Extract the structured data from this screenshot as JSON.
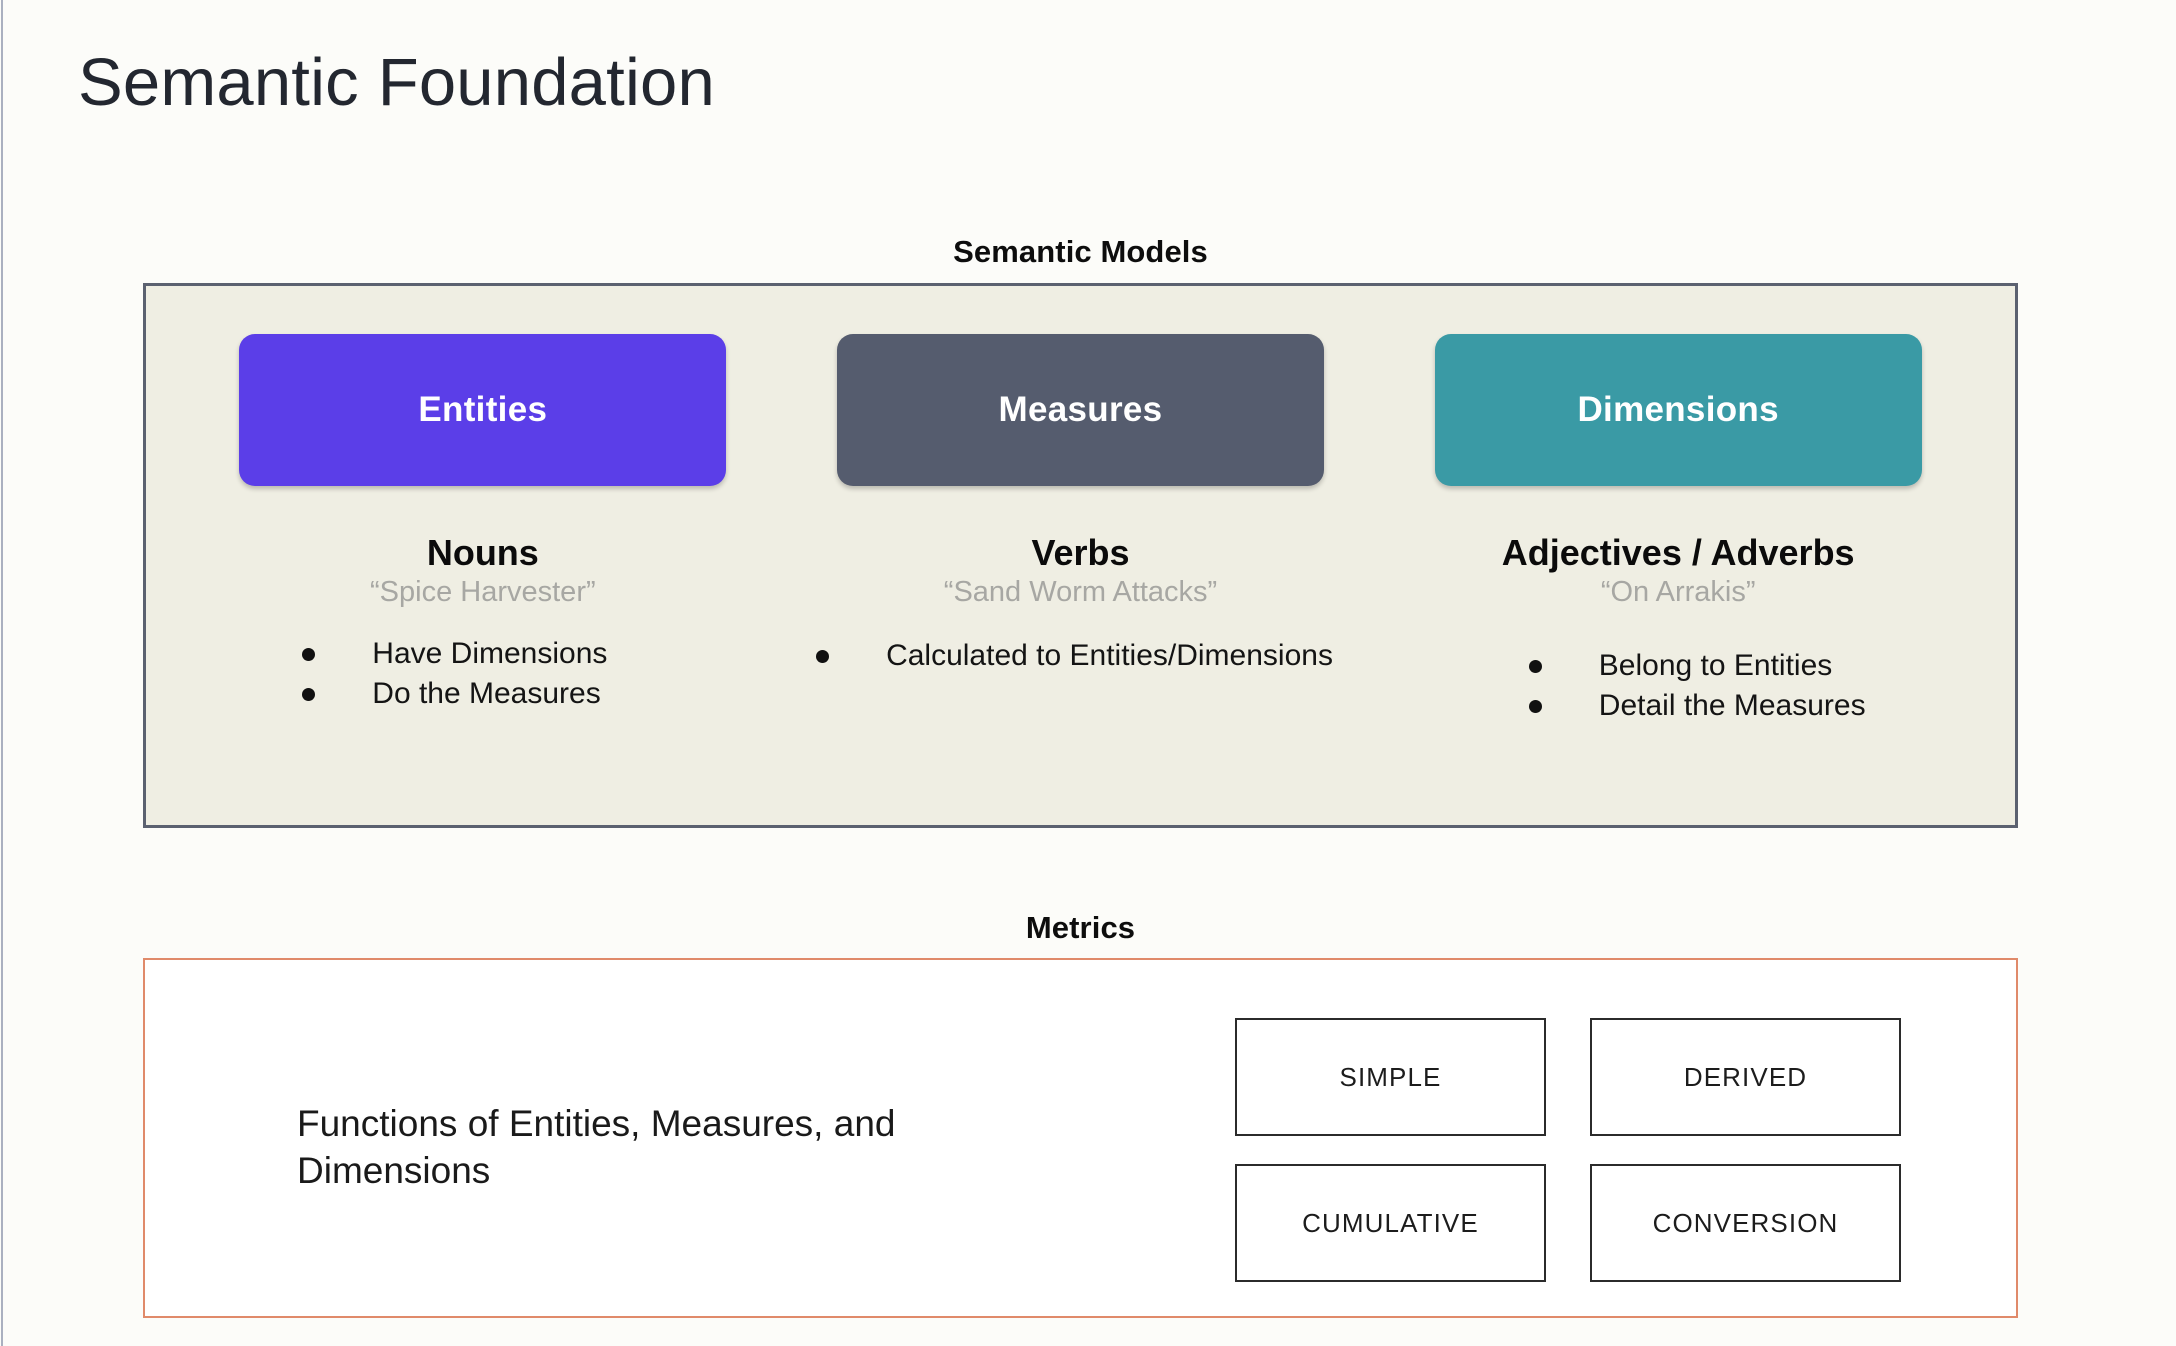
{
  "page": {
    "title": "Semantic Foundation",
    "background_color": "#fcfcf9"
  },
  "semantic_models": {
    "caption": "Semantic Models",
    "panel_background": "#efeee3",
    "panel_border_color": "#5b6170",
    "columns": [
      {
        "pill_label": "Entities",
        "pill_color": "#5b3ee8",
        "heading": "Nouns",
        "quote": "“Spice Harvester”",
        "bullets": [
          "Have Dimensions",
          "Do the Measures"
        ]
      },
      {
        "pill_label": "Measures",
        "pill_color": "#555c6e",
        "heading": "Verbs",
        "quote": "“Sand Worm Attacks”",
        "bullets": [
          "Calculated to Entities/Dimensions"
        ]
      },
      {
        "pill_label": "Dimensions",
        "pill_color": "#3a9aa5",
        "heading": "Adjectives / Adverbs",
        "quote": "“On Arrakis”",
        "bullets": [
          "Belong to Entities",
          "Detail the Measures"
        ]
      }
    ]
  },
  "metrics": {
    "caption": "Metrics",
    "panel_border_color": "#e08a6a",
    "description": "Functions of Entities, Measures, and Dimensions",
    "boxes": [
      "SIMPLE",
      "DERIVED",
      "CUMULATIVE",
      "CONVERSION"
    ]
  }
}
